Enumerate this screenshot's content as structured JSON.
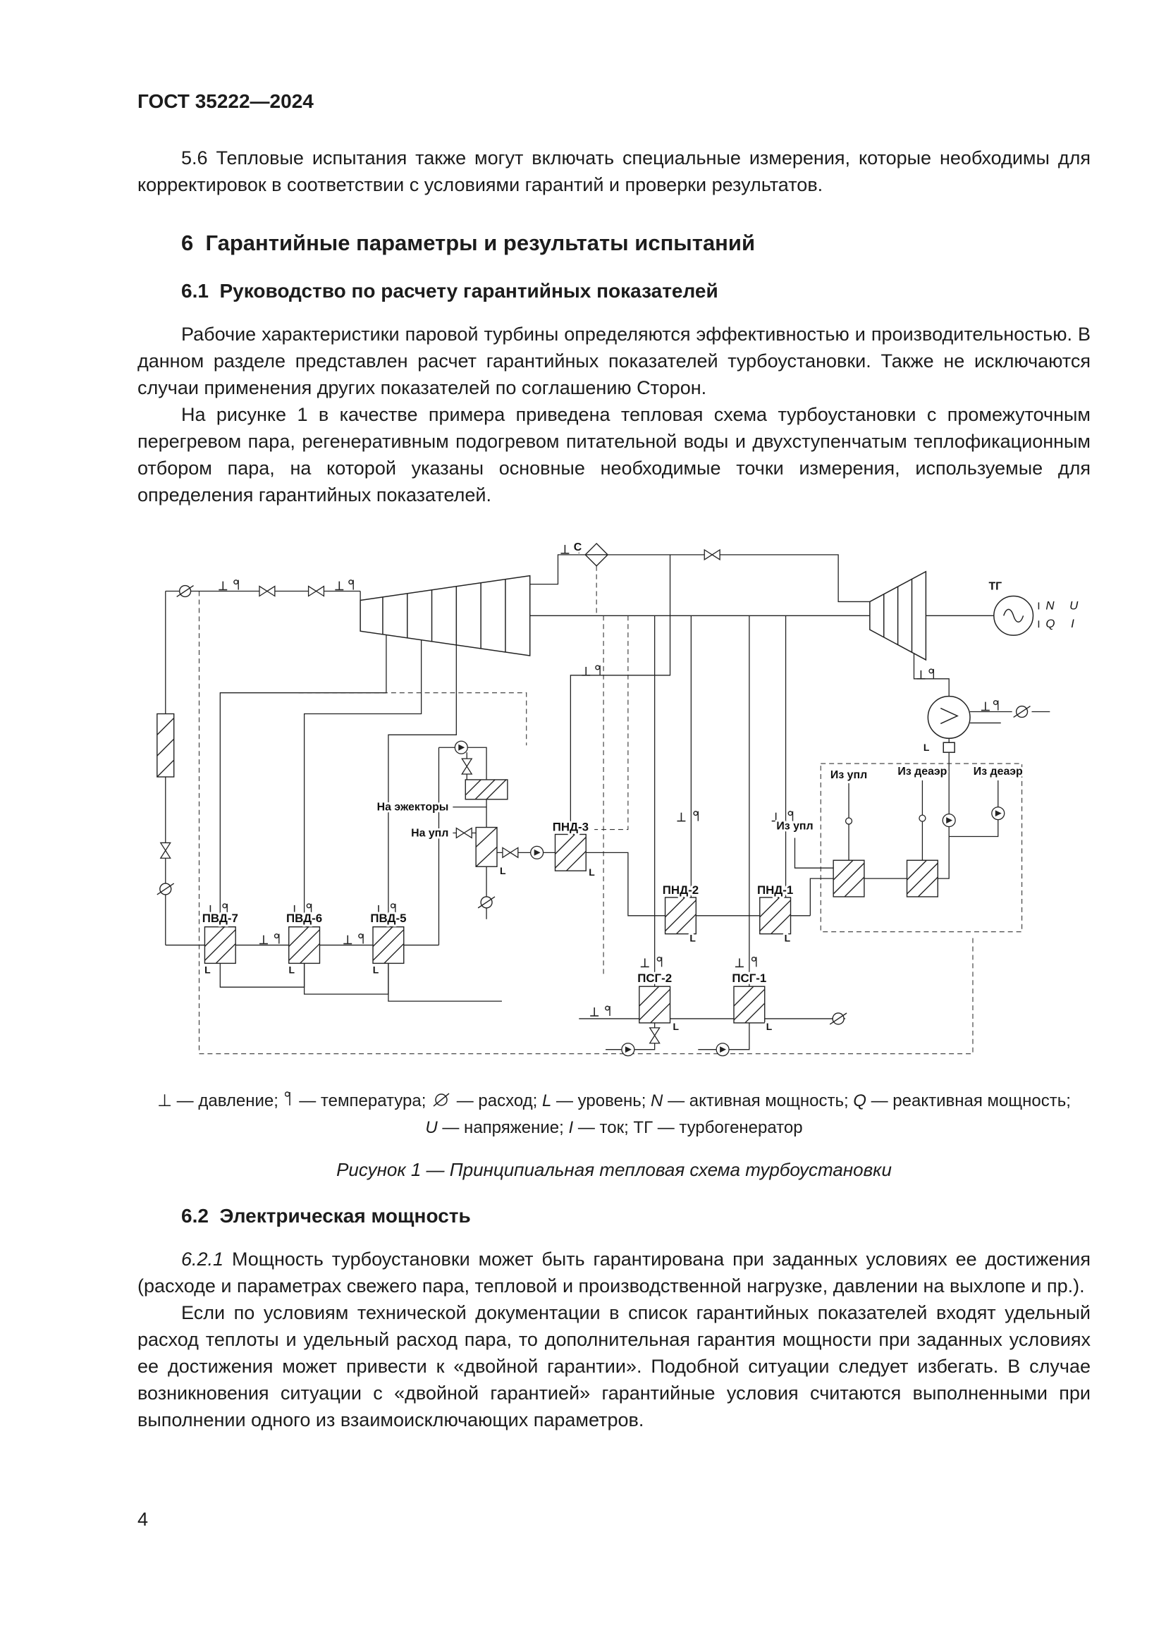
{
  "page": {
    "header": "ГОСТ 35222—2024",
    "page_number": "4"
  },
  "sections": {
    "para_5_6": {
      "num": "5.6",
      "text": "Тепловые испытания также могут включать специальные измерения, которые необходимы для корректировок в соответствии с условиями гарантий и проверки результатов."
    },
    "h6": "6  Гарантийные параметры и результаты испытаний",
    "h6_1": "6.1  Руководство по расчету гарантийных показателей",
    "para_6_1_1": "Рабочие характеристики паровой турбины определяются эффективностью и производительностью. В данном разделе представлен расчет гарантийных показателей турбоустановки. Также не исключаются случаи применения других показателей по соглашению Сторон.",
    "para_6_1_2": "На рисунке 1 в качестве примера приведена тепловая схема турбоустановки с промежуточным перегревом пара, регенеративным подогревом питательной воды и двухступенчатым теплофикационным отбором пара, на которой указаны основные необходимые точки измерения, используемые для определения гарантийных показателей.",
    "h6_2": "6.2  Электрическая мощность",
    "para_6_2_1": {
      "num": "6.2.1",
      "text": "Мощность турбоустановки может быть гарантирована при заданных условиях ее достижения (расходе и параметрах свежего пара, тепловой и производственной нагрузке, давлении на выхлопе и пр.)."
    },
    "para_6_2_2": "Если по условиям технической документации в список гарантийных показателей входят удельный расход теплоты и удельный расход пара, то дополнительная гарантия мощности при заданных условиях ее достижения может привести к «двойной гарантии». Подобной ситуации следует избегать. В случае возникновения ситуации с «двойной гарантией» гарантийные условия считаются выполненными при выполнении одного из взаимоисключающих параметров."
  },
  "figure": {
    "caption": "Рисунок 1 — Принципиальная тепловая схема турбоустановки",
    "labels": {
      "c": "С",
      "tg": "ТГ",
      "n": "N",
      "q": "Q",
      "u": "U",
      "i": "I",
      "level": "L",
      "pvd7": "ПВД-7",
      "pvd6": "ПВД-6",
      "pvd5": "ПВД-5",
      "pnd3": "ПНД-3",
      "pnd2": "ПНД-2",
      "pnd1": "ПНД-1",
      "psg2": "ПСГ-2",
      "psg1": "ПСГ-1",
      "na_ezhektory": "На эжекторы",
      "na_upl": "На упл",
      "iz_upl": "Из упл",
      "iz_deaer": "Из деаэр"
    },
    "legend": {
      "pressure_sym": "⊥",
      "pressure": "— давление;",
      "temperature": "— температура;",
      "flow": "— расход;",
      "level_sym": "L",
      "level": "— уровень;",
      "n_sym": "N",
      "n": "— активная мощность;",
      "q_sym": "Q",
      "q": "— реактивная мощность;",
      "u_sym": "U",
      "u": "— напряжение;",
      "i_sym": "I",
      "i": "— ток;",
      "tg_sym": "ТГ",
      "tg": "— турбогенератор"
    }
  }
}
